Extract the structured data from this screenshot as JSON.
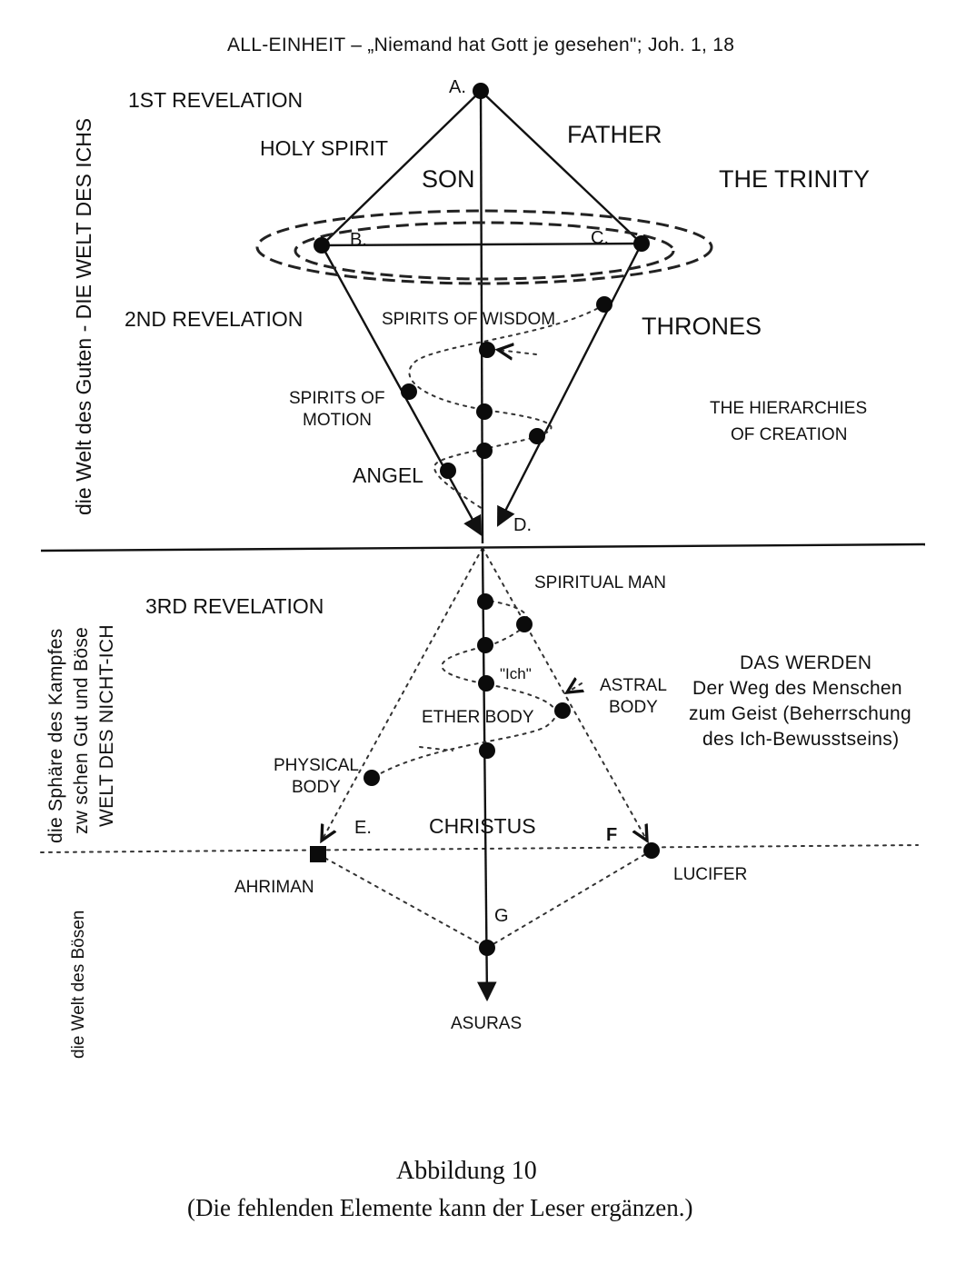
{
  "header": {
    "title": "ALL-EINHEIT – „Niemand hat Gott je gesehen\"; Joh. 1, 18"
  },
  "side_labels": {
    "upper": "die Welt des Guten  -  DIE WELT DES ICHS",
    "middle_line1": "die Sphäre des Kampfes",
    "middle_line2": "zw schen Gut und Böse",
    "middle_line3": "WELT DES NICHT-ICH",
    "lower": "die Welt des Bösen"
  },
  "revelations": {
    "first": "1ST REVELATION",
    "second": "2ND REVELATION",
    "third": "3RD REVELATION"
  },
  "trinity": {
    "holy_spirit": "HOLY SPIRIT",
    "father": "FATHER",
    "son": "SON",
    "the_trinity": "THE TRINITY"
  },
  "hierarchies": {
    "spirits_of_wisdom": "SPIRITS OF WISDOM",
    "thrones": "THRONES",
    "spirits_of_motion_1": "SPIRITS OF",
    "spirits_of_motion_2": "MOTION",
    "hierarchies_1": "THE HIERARCHIES",
    "hierarchies_2": "OF CREATION",
    "angel": "ANGEL"
  },
  "points": {
    "a": "A.",
    "b": "B.",
    "c": "C.",
    "d": "D.",
    "e": "E.",
    "f": "F",
    "g": "G"
  },
  "human": {
    "spiritual_man": "SPIRITUAL MAN",
    "ich": "\"Ich\"",
    "astral_1": "ASTRAL",
    "astral_2": "BODY",
    "ether_body": "ETHER BODY",
    "physical_1": "PHYSICAL",
    "physical_2": "BODY",
    "christus": "CHRISTUS"
  },
  "werden": {
    "title": "DAS WERDEN",
    "line1": "Der Weg des Menschen",
    "line2": "zum Geist (Beherrschung",
    "line3": "des Ich-Bewusstseins)"
  },
  "lower": {
    "ahriman": "AHRIMAN",
    "lucifer": "LUCIFER",
    "asuras": "ASURAS"
  },
  "caption": {
    "line1": "Abbildung 10",
    "line2": "(Die fehlenden Elemente kann der Leser ergänzen.)"
  },
  "colors": {
    "ink": "#111111",
    "background": "#ffffff"
  }
}
